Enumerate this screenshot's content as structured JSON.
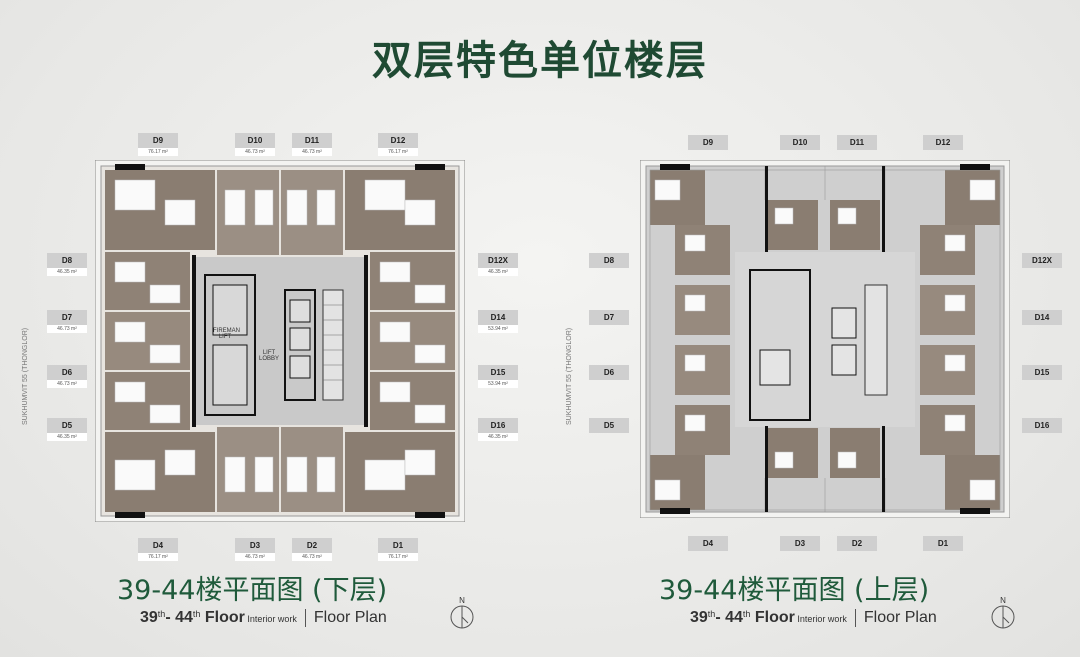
{
  "page": {
    "title": "双层特色单位楼层"
  },
  "lower_plan": {
    "caption_cn": "39-44楼平面图 (下层)",
    "caption_en_num1": "39",
    "caption_en_sup1": "th",
    "caption_en_mid": "- 44",
    "caption_en_sup2": "th",
    "caption_en_floor": " Floor",
    "caption_en_interior": " Interior work",
    "caption_en_plan": "Floor Plan",
    "street": "SUKHUMVIT 55 (THONGLOR)",
    "fireman_lift": "FIREMAN LIFT",
    "lift_lobby": "LIFT LOBBY",
    "units": {
      "top": [
        {
          "name": "D9",
          "area": "76.17 m²"
        },
        {
          "name": "D10",
          "area": "46.73 m²"
        },
        {
          "name": "D11",
          "area": "46.73 m²"
        },
        {
          "name": "D12",
          "area": "76.17 m²"
        }
      ],
      "left": [
        {
          "name": "D8",
          "area": "46.35 m²"
        },
        {
          "name": "D7",
          "area": "46.73 m²"
        },
        {
          "name": "D6",
          "area": "46.73 m²"
        },
        {
          "name": "D5",
          "area": "46.35 m²"
        }
      ],
      "right": [
        {
          "name": "D12X",
          "area": "46.35 m²"
        },
        {
          "name": "D14",
          "area": "53.94 m²"
        },
        {
          "name": "D15",
          "area": "53.94 m²"
        },
        {
          "name": "D16",
          "area": "46.35 m²"
        }
      ],
      "bottom": [
        {
          "name": "D4",
          "area": "76.17 m²"
        },
        {
          "name": "D3",
          "area": "46.73 m²"
        },
        {
          "name": "D2",
          "area": "46.73 m²"
        },
        {
          "name": "D1",
          "area": "76.17 m²"
        }
      ]
    }
  },
  "upper_plan": {
    "caption_cn": "39-44楼平面图 (上层)",
    "caption_en_num1": "39",
    "caption_en_sup1": "th",
    "caption_en_mid": "- 44",
    "caption_en_sup2": "th",
    "caption_en_floor": " Floor",
    "caption_en_interior": " Interior work",
    "caption_en_plan": "Floor Plan",
    "street": "SUKHUMVIT 55 (THONGLOR)",
    "units": {
      "top": [
        "D9",
        "D10",
        "D11",
        "D12"
      ],
      "left": [
        "D8",
        "D7",
        "D6",
        "D5"
      ],
      "right": [
        "D12X",
        "D14",
        "D15",
        "D16"
      ],
      "bottom": [
        "D4",
        "D3",
        "D2",
        "D1"
      ]
    }
  },
  "compass_letter": "N",
  "colors": {
    "title_green": "#1f4a33",
    "caption_green": "#1f5a3b",
    "unit_brown": "#8a7d71",
    "corridor_grey": "#c9c9c9",
    "wall_black": "#111111"
  }
}
